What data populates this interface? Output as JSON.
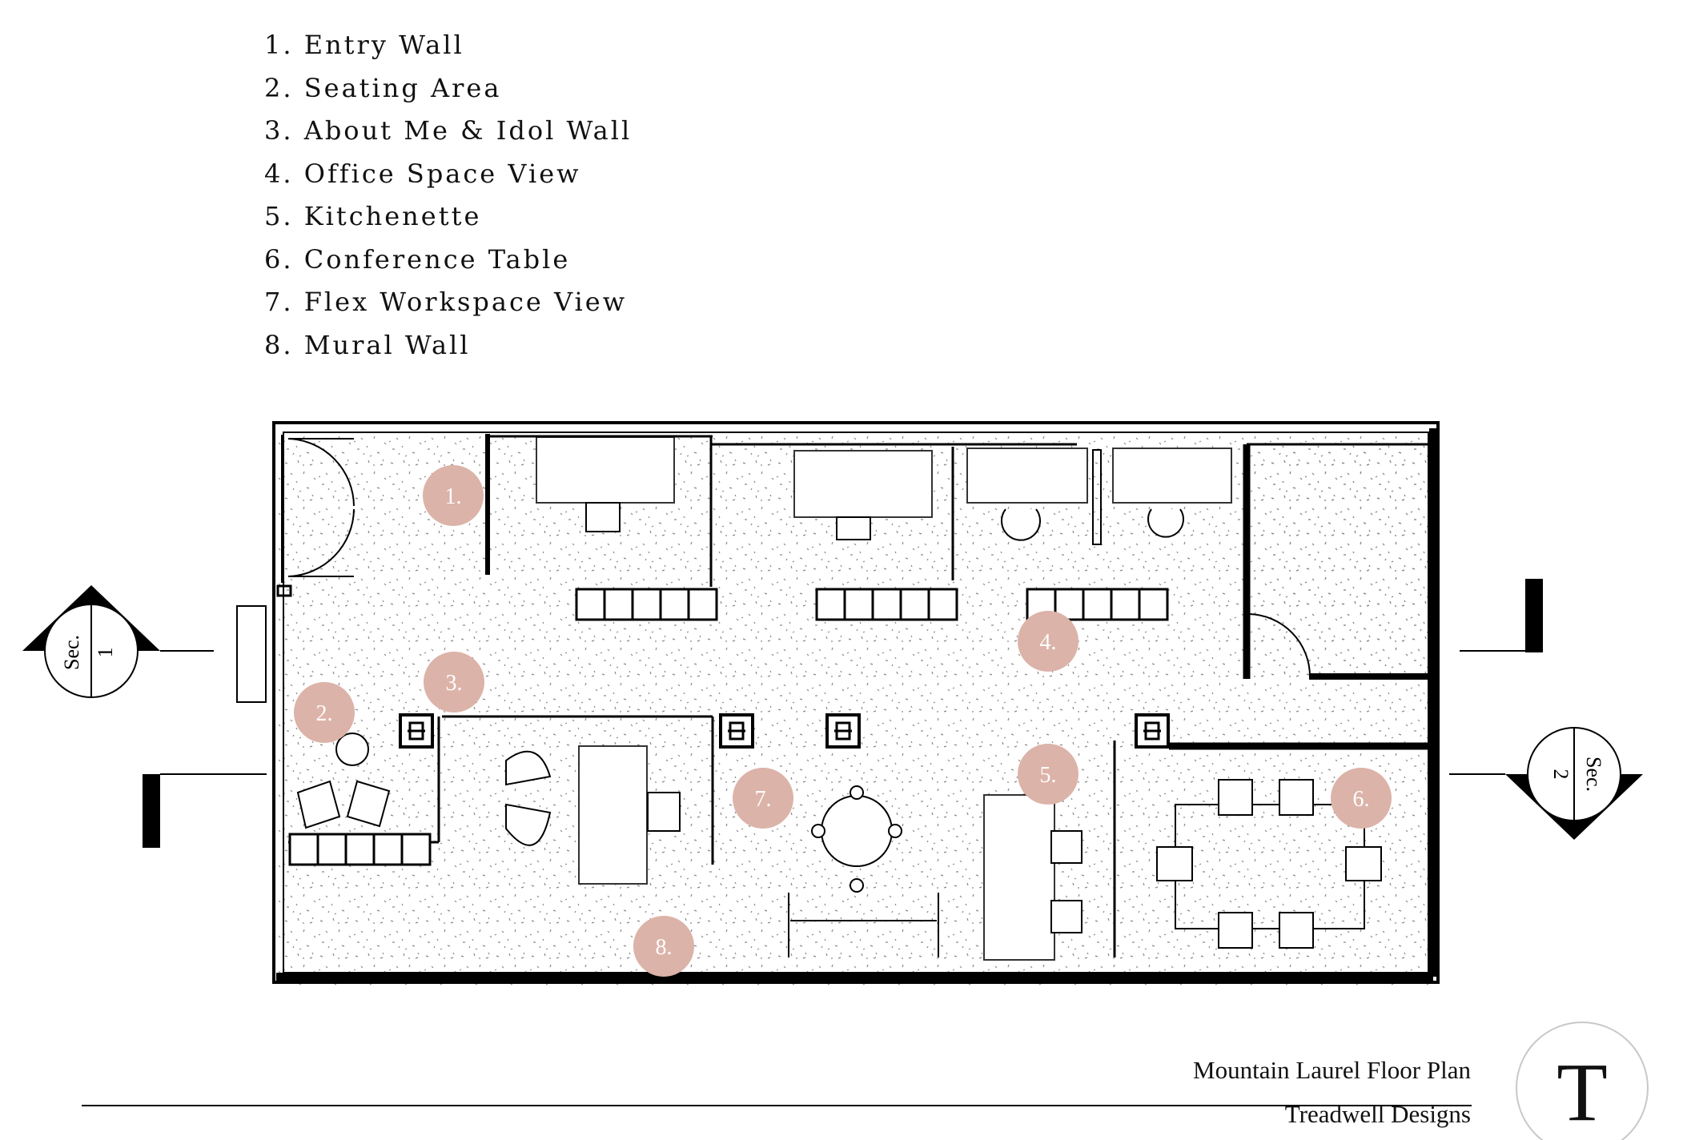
{
  "legend": {
    "items": [
      "1. Entry Wall",
      "2. Seating Area",
      "3. About Me & Idol Wall",
      "4. Office Space View",
      "5. Kitchenette",
      "6. Conference Table",
      "7. Flex Workspace View",
      "8. Mural Wall"
    ]
  },
  "markers": [
    "1.",
    "2.",
    "3.",
    "4.",
    "5.",
    "6.",
    "7.",
    "8."
  ],
  "sections": [
    {
      "label": "Sec.",
      "number": "1"
    },
    {
      "label": "Sec.",
      "number": "2"
    }
  ],
  "title_block": {
    "plan_title": "Mountain Laurel Floor Plan",
    "firm": "Treadwell Designs",
    "logo_letter": "T"
  },
  "colors": {
    "marker_fill": "#dcb3a9",
    "marker_text": "#ffffff",
    "wall": "#000000",
    "floor_speckle": "#8a8a8a",
    "logo_ring": "#c8c8c8"
  }
}
